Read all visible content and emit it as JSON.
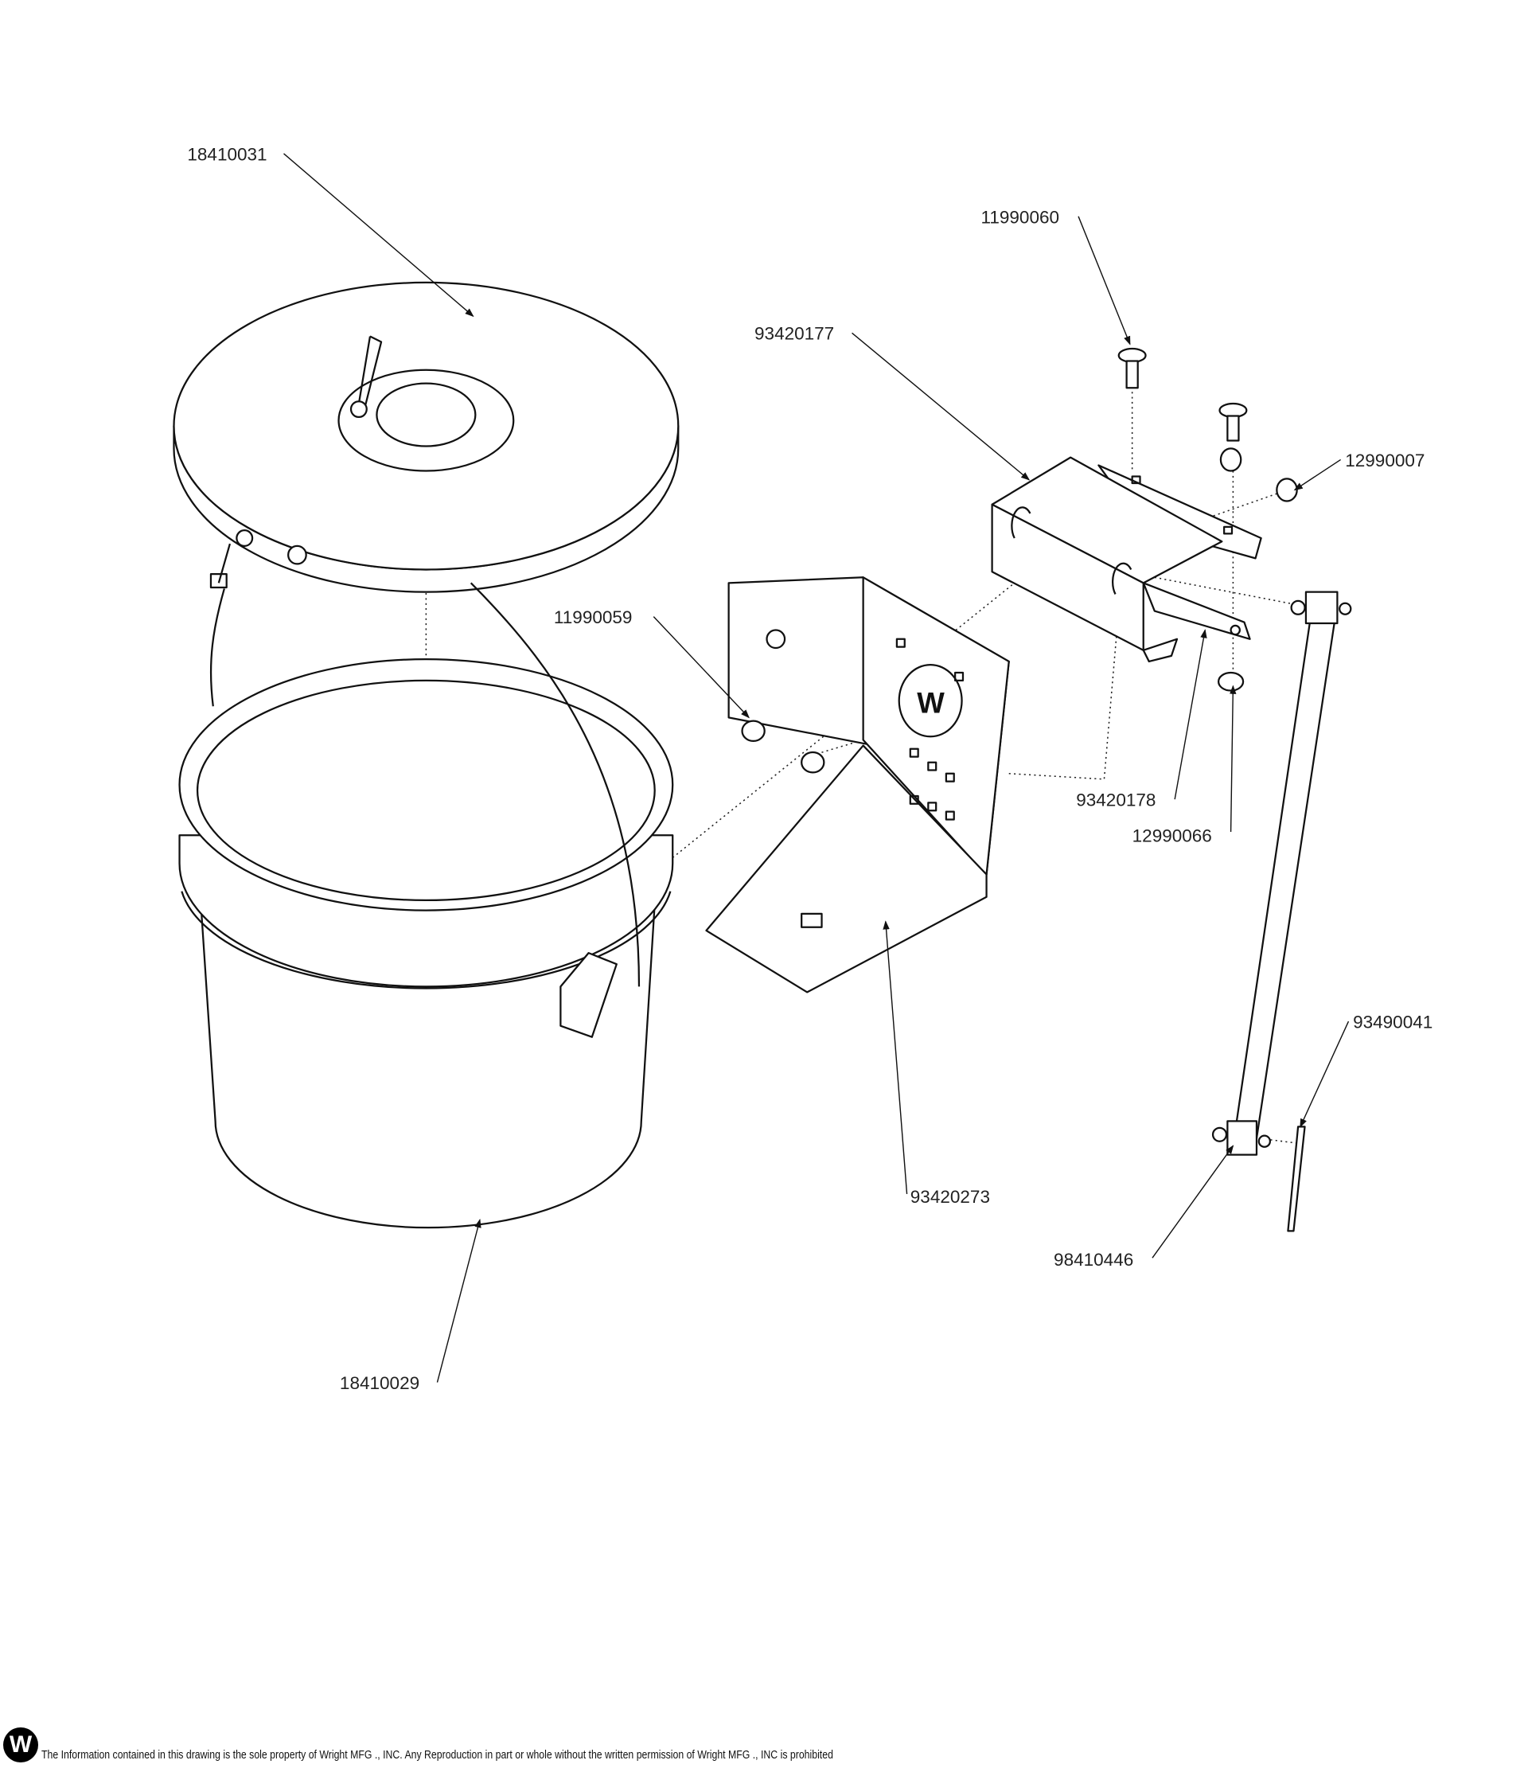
{
  "part_labels": {
    "lid": "18410031",
    "pin_top": "11990060",
    "upper_bracket": "93420177",
    "nut_side": "12990007",
    "pin_left": "11990059",
    "hinge_bracket": "93420178",
    "nut_bottom": "12990066",
    "clip": "93490041",
    "mount_bracket": "93420273",
    "rod": "98410446",
    "bucket": "18410029"
  },
  "footer": {
    "logo_letter": "W",
    "notice": "The Information contained in this drawing is the sole property of Wright MFG ., INC. Any Reproduction in part or whole without the written permission of Wright MFG ., INC is prohibited"
  }
}
